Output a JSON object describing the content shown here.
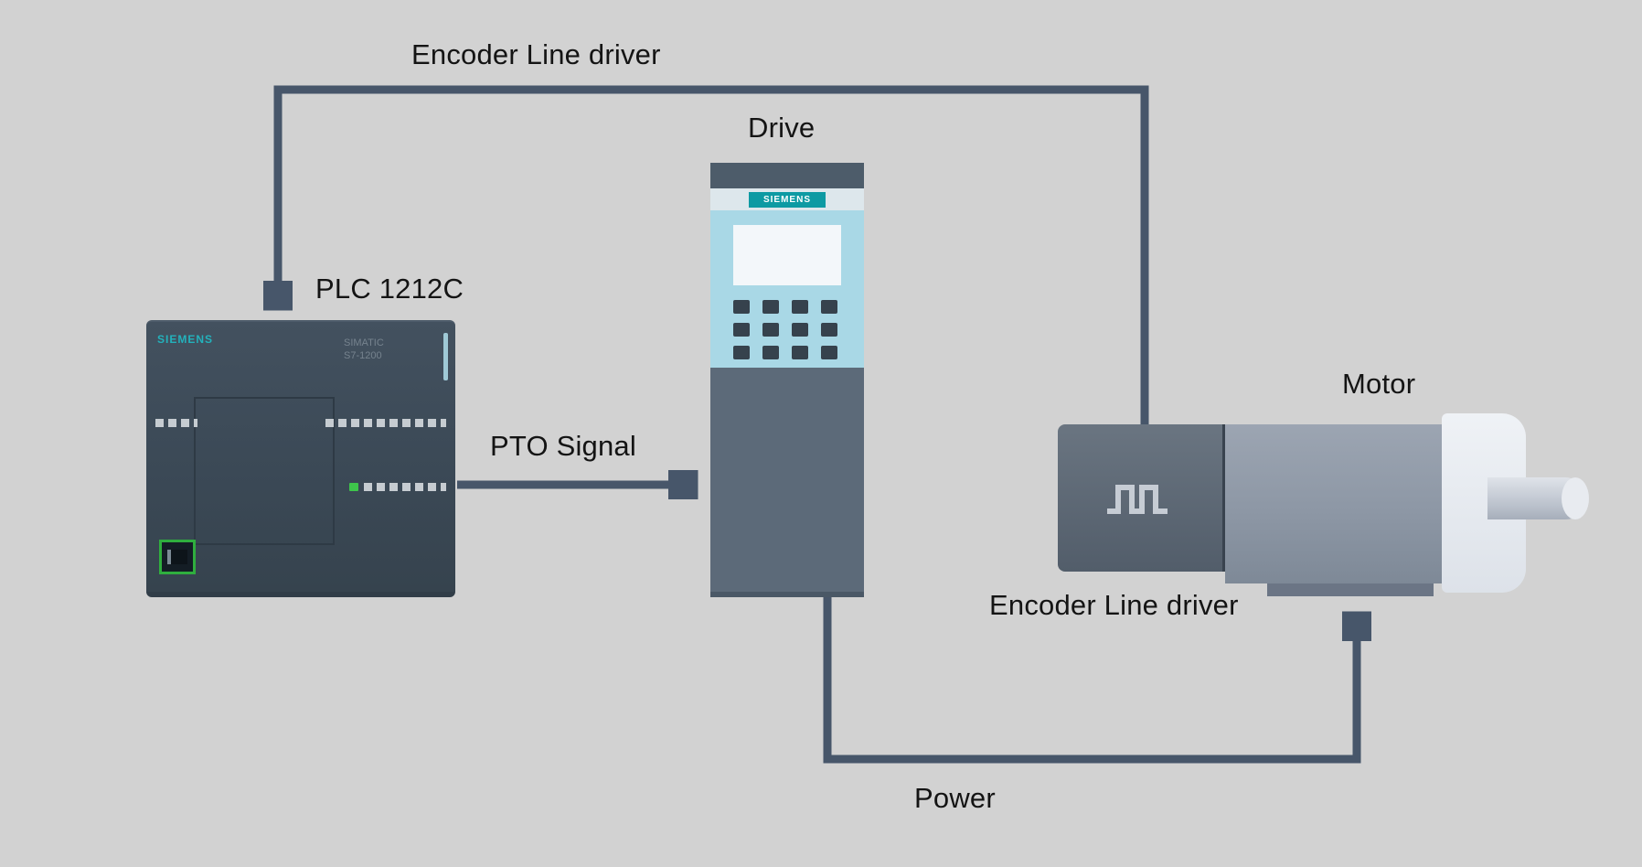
{
  "diagram": {
    "background_color": "#d2d2d2",
    "connector_color": "#47566a",
    "labels": {
      "encoder_top": "Encoder Line driver",
      "plc": "PLC 1212C",
      "drive": "Drive",
      "pto_signal": "PTO Signal",
      "motor": "Motor",
      "encoder_bottom": "Encoder Line driver",
      "power": "Power"
    },
    "plc": {
      "brand": "SIEMENS",
      "model_line1": "SIMATIC",
      "model_line2": "S7-1200",
      "body_color": "#3b4956",
      "brand_color": "#23b2bc"
    },
    "drive": {
      "brand": "SIEMENS",
      "brand_band_color": "#0d9aa3",
      "panel_color": "#a9d8e6",
      "body_color": "#5c6a79"
    },
    "motor": {
      "encoder_color": "#57626f",
      "body_color": "#8d97a5",
      "cap_color": "#e2e6ed"
    },
    "connections": [
      {
        "from": "motor-encoder",
        "to": "plc",
        "label": "Encoder Line driver"
      },
      {
        "from": "plc",
        "to": "drive",
        "label": "PTO Signal"
      },
      {
        "from": "drive",
        "to": "motor",
        "label": "Power"
      }
    ]
  }
}
